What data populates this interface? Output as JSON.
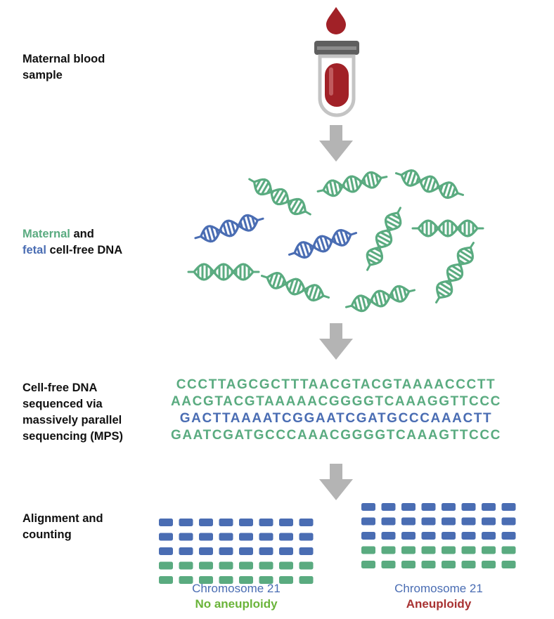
{
  "steps": {
    "blood": {
      "line1": "Maternal blood",
      "line2": "sample"
    },
    "dna": {
      "maternal": "Maternal",
      "and": " and",
      "fetal": "fetal",
      "rest": " cell-free DNA"
    },
    "seq": {
      "line1": "Cell-free DNA",
      "line2": "sequenced via",
      "line3": "massively parallel",
      "line4": "sequencing (MPS)"
    },
    "align": {
      "line1": "Alignment and",
      "line2": "counting"
    }
  },
  "sequences": [
    {
      "text": "CCCTTAGCGCTTTAACGTACGTAAAACCCTT",
      "origin": "maternal"
    },
    {
      "text": "AACGTACGTAAAAACGGGGTCAAAGGTTCCC",
      "origin": "maternal"
    },
    {
      "text": "GACTTAAAATCGGAATCGATGCCCAAACTT",
      "origin": "fetal"
    },
    {
      "text": "GAATCGATGCCCAAACGGGGTCAAAGTTCCC",
      "origin": "maternal"
    }
  ],
  "counts": {
    "left": {
      "chromosome": "Chromosome 21",
      "result": "No aneuploidy",
      "fetal_rows": 3,
      "maternal_rows": 2,
      "per_row": 8
    },
    "right": {
      "chromosome": "Chromosome 21",
      "result": "Aneuploidy",
      "fetal_rows": 3,
      "maternal_rows": 2,
      "per_row": 8
    }
  },
  "colors": {
    "maternal": "#5aab80",
    "fetal": "#4a6db3",
    "blood": "#a12127",
    "arrow": "#b4b4b4",
    "normal": "#6ab43a",
    "abnormal": "#a83232"
  },
  "icons": [
    "blood-drop-icon",
    "test-tube-icon",
    "dna-helix-icon",
    "down-arrow-icon"
  ]
}
